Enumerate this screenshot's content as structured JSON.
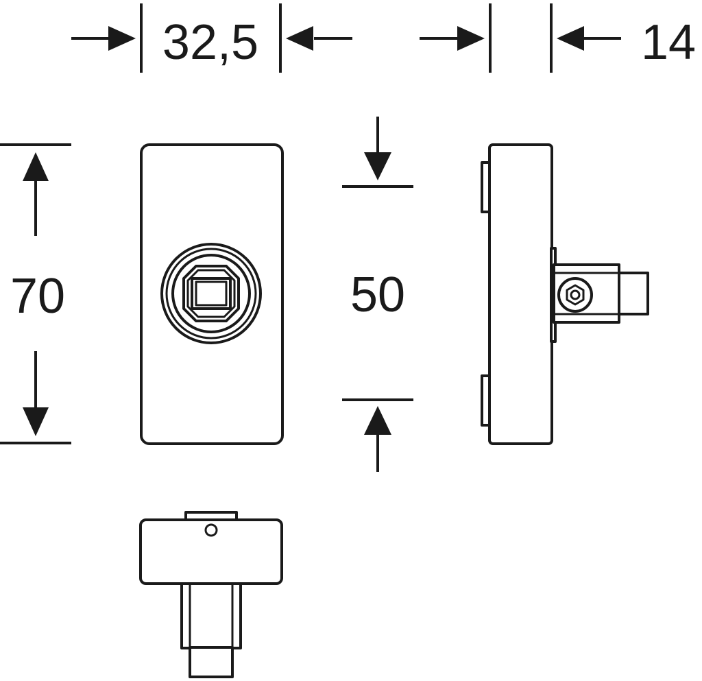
{
  "dimensions": {
    "width": "32,5",
    "depth": "14",
    "height": "70",
    "spacing": "50"
  },
  "colors": {
    "line": "#1a1a1a",
    "background": "#ffffff"
  }
}
